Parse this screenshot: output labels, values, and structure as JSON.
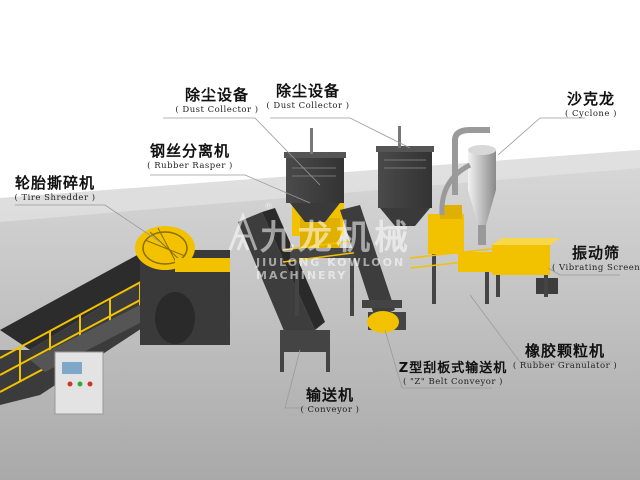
{
  "labels": {
    "dust_collector_1": {
      "zh": "除尘设备",
      "en": "( Dust Collector )"
    },
    "dust_collector_2": {
      "zh": "除尘设备",
      "en": "( Dust Collector )"
    },
    "cyclone": {
      "zh": "沙克龙",
      "en": "( Cyclone )"
    },
    "rubber_rasper": {
      "zh": "钢丝分离机",
      "en": "( Rubber Rasper )"
    },
    "tire_shredder": {
      "zh": "轮胎撕碎机",
      "en": "( Tire Shredder )"
    },
    "vibrating_screen": {
      "zh": "振动筛",
      "en": "( Vibrating Screen )"
    },
    "rubber_granulator": {
      "zh": "橡胶颗粒机",
      "en": "( Rubber Granulator )"
    },
    "z_belt_conveyor": {
      "zh": "Z型刮板式输送机",
      "en": "( \"Z\" Belt Conveyor )"
    },
    "conveyor": {
      "zh": "输送机",
      "en": "( Conveyor )"
    }
  },
  "watermark": {
    "zh": "九龙机械",
    "en": "JIULONG  KOWLOON MACHINERY",
    "registered": "®"
  },
  "colors": {
    "machine_yellow": "#f2c200",
    "machine_dark": "#3f3f3f",
    "floor": "#bcbcbc",
    "label_text": "#111111"
  }
}
